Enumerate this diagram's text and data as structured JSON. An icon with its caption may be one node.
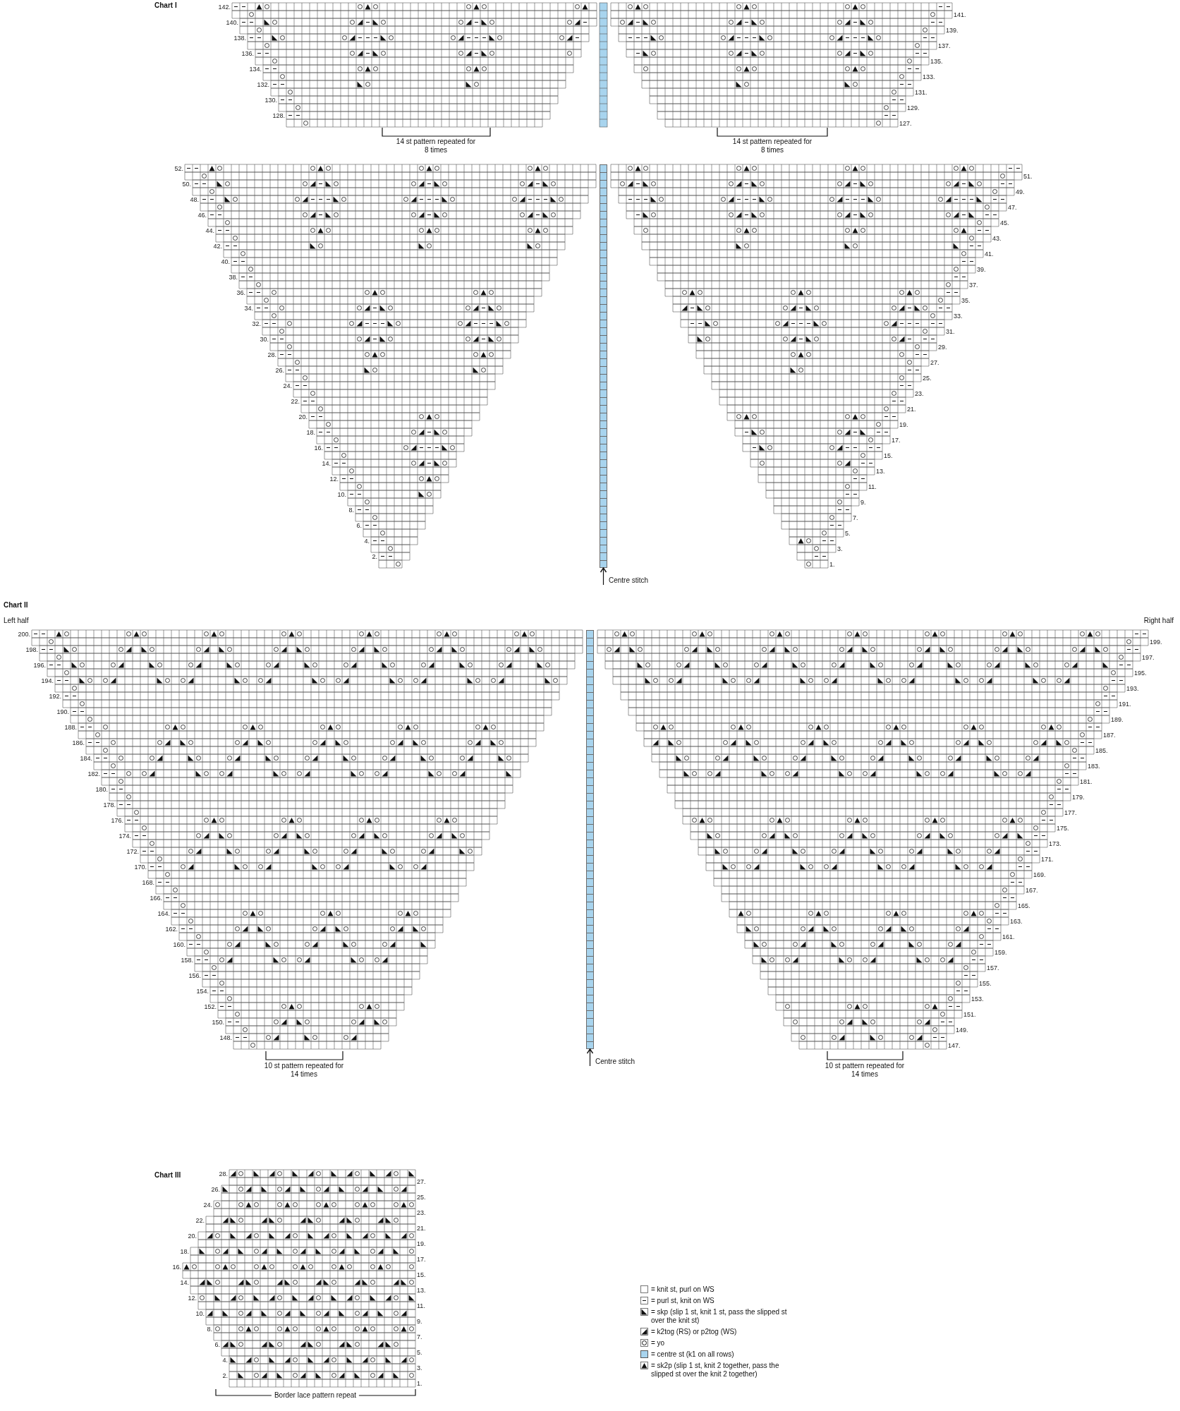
{
  "diagram": {
    "nodes": [
      {
        "text": [],
        "shape": "bar"
      },
      {
        "text": [
          "Centre stitch"
        ]
      },
      {
        "text": [],
        "shape": "bar"
      },
      {
        "text": [
          "Centre stitch"
        ]
      }
    ],
    "edges": [
      {
        "from": 1,
        "to": 0,
        "arrow": "to"
      },
      {
        "from": 3,
        "to": 2,
        "arrow": "to"
      }
    ],
    "labels": [
      "Chart I",
      "142.",
      "141.",
      "140.",
      "139.",
      "138.",
      "137.",
      "136.",
      "135.",
      "134.",
      "133.",
      "132.",
      "131.",
      "130.",
      "129.",
      "128.",
      "127.",
      "14 st pattern repeated for 8 times",
      "14 st pattern repeated for 8 times",
      "52.",
      "51.",
      "50.",
      "49.",
      "48.",
      "47.",
      "46.",
      "45.",
      "44.",
      "43.",
      "42.",
      "41.",
      "40.",
      "39.",
      "38.",
      "37.",
      "36.",
      "35.",
      "34.",
      "33.",
      "32.",
      "31.",
      "30.",
      "29.",
      "28.",
      "27.",
      "26.",
      "25.",
      "24.",
      "23.",
      "22.",
      "21.",
      "20.",
      "19.",
      "18.",
      "17.",
      "16.",
      "15.",
      "14.",
      "13.",
      "12.",
      "11.",
      "10.",
      "9.",
      "8.",
      "7.",
      "6.",
      "5.",
      "4.",
      "3.",
      "2.",
      "1.",
      "Chart II",
      "Left half",
      "Right half",
      "200.",
      "199.",
      "198.",
      "197.",
      "196.",
      "195.",
      "194.",
      "193.",
      "192.",
      "191.",
      "190.",
      "189.",
      "188.",
      "187.",
      "186.",
      "185.",
      "184.",
      "183.",
      "182.",
      "181.",
      "180.",
      "179.",
      "178.",
      "177.",
      "176.",
      "175.",
      "174.",
      "173.",
      "172.",
      "171.",
      "170.",
      "169.",
      "168.",
      "167.",
      "166.",
      "165.",
      "164.",
      "163.",
      "162.",
      "161.",
      "160.",
      "159.",
      "158.",
      "157.",
      "156.",
      "155.",
      "154.",
      "153.",
      "152.",
      "151.",
      "150.",
      "149.",
      "148.",
      "147.",
      "10 st pattern repeated for 14 times",
      "10 st pattern repeated for 14 times",
      "Chart III",
      "28.",
      "27.",
      "26.",
      "25.",
      "24.",
      "23.",
      "22.",
      "21.",
      "20.",
      "19.",
      "18.",
      "17.",
      "16.",
      "15.",
      "14.",
      "13.",
      "12.",
      "11.",
      "10.",
      "9.",
      "8.",
      "7.",
      "6.",
      "5.",
      "4.",
      "3.",
      "2.",
      "1.",
      "Border lace pattern repeat"
    ],
    "legend": [
      {
        "text": "= knit st, purl on WS"
      },
      {
        "text": "= purl st, knit on WS"
      },
      {
        "text": "= skp (slip 1 st, knit 1 st, pass the slipped st over the knit st)"
      },
      {
        "text": "= k2tog (RS) or p2tog (WS)"
      },
      {
        "text": "= yo"
      },
      {
        "text": "= centre st (k1 on all rows)",
        "color": "#a8d4ee"
      },
      {
        "text": "= sk2p (slip 1 st, knit 2 together, pass the slipped st over the knit 2 together)"
      }
    ]
  }
}
